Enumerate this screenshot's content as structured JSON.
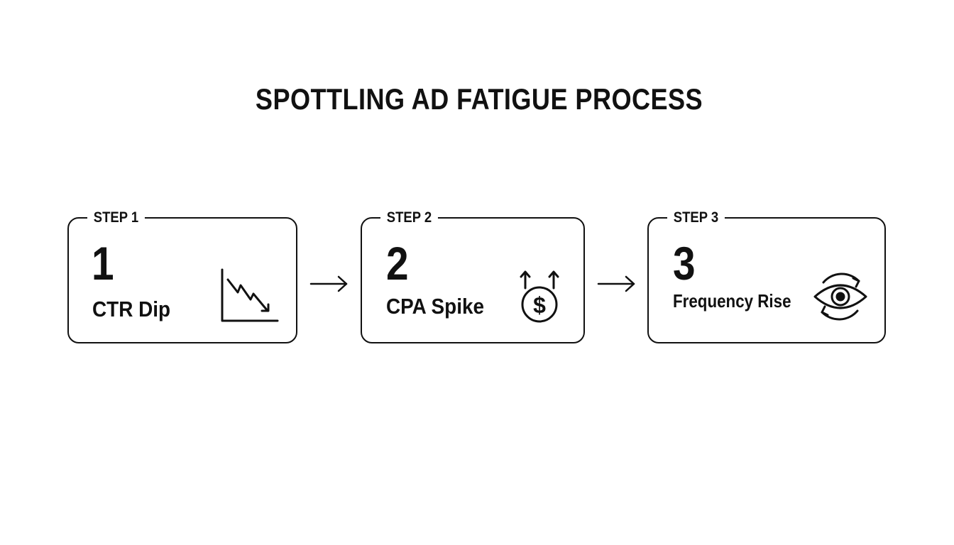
{
  "title": "SPOTTLING AD FATIGUE PROCESS",
  "steps": [
    {
      "label": "STEP 1",
      "number": "1",
      "name": "CTR Dip",
      "icon": "trend-down-chart-icon"
    },
    {
      "label": "STEP 2",
      "number": "2",
      "name": "CPA Spike",
      "icon": "dollar-coin-up-arrows-icon"
    },
    {
      "label": "STEP 3",
      "number": "3",
      "name": "Frequency Rise",
      "icon": "eye-cycle-icon"
    }
  ],
  "connectors": [
    "arrow-right-icon",
    "arrow-right-icon"
  ],
  "colors": {
    "ink": "#111111",
    "background": "#ffffff"
  }
}
